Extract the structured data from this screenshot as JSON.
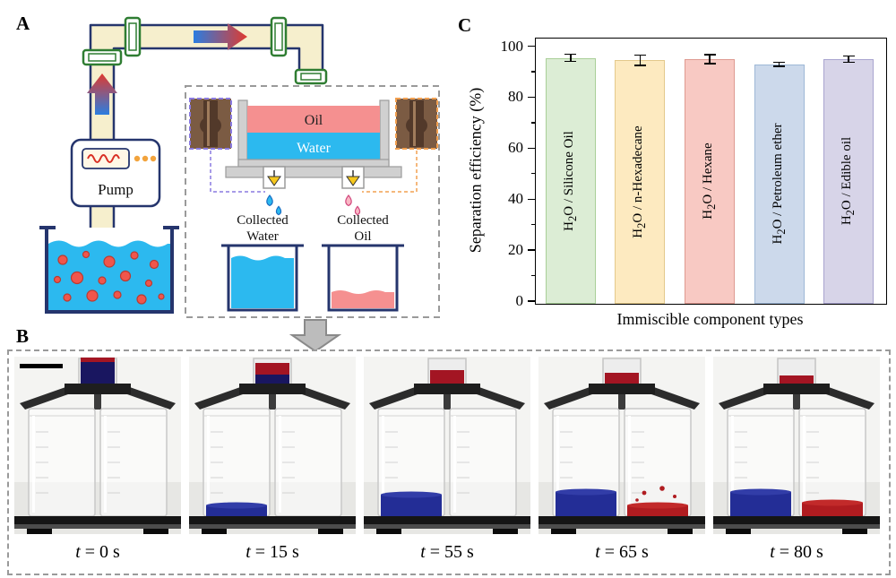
{
  "panels": {
    "a_label": "A",
    "b_label": "B",
    "c_label": "C"
  },
  "schematic": {
    "pump_label": "Pump",
    "separator": {
      "oil_label": "Oil",
      "water_label": "Water",
      "collected_water_line1": "Collected",
      "collected_water_line2": "Water",
      "collected_oil_line1": "Collected",
      "collected_oil_line2": "Oil"
    },
    "colors": {
      "pipe_fill": "#f6efcd",
      "pipe_outline": "#25356d",
      "joint_green": "#2f7d32",
      "water_blue": "#2cb9ef",
      "oil_pink": "#f59090",
      "droplet_red": "#f0564c"
    }
  },
  "timelapse": {
    "colors": {
      "water": "#232d96",
      "oil": "#b01c20"
    },
    "frames": [
      {
        "time_label": "t = 0 s",
        "top_blue": 24,
        "top_red": 5,
        "water_level": 0,
        "oil_level": 0,
        "splash": false
      },
      {
        "time_label": "t = 15 s",
        "top_blue": 10,
        "top_red": 13,
        "water_level": 12,
        "oil_level": 0,
        "splash": false
      },
      {
        "time_label": "t = 55 s",
        "top_blue": 0,
        "top_red": 15,
        "water_level": 24,
        "oil_level": 0,
        "splash": false
      },
      {
        "time_label": "t = 65 s",
        "top_blue": 0,
        "top_red": 12,
        "water_level": 27,
        "oil_level": 12,
        "splash": true
      },
      {
        "time_label": "t = 80 s",
        "top_blue": 0,
        "top_red": 9,
        "water_level": 27,
        "oil_level": 15,
        "splash": false
      }
    ]
  },
  "chart_data": {
    "type": "bar",
    "title": "",
    "xlabel": "Immiscible component types",
    "ylabel": "Separation efficiency (%)",
    "ylim": [
      0,
      103
    ],
    "yticks": [
      0,
      20,
      40,
      60,
      80,
      100
    ],
    "grid": false,
    "legend": null,
    "categories": [
      "H₂O / Silicone Oil",
      "H₂O / n-Hexadecane",
      "H₂O / Hexane",
      "H₂O / Petroleum ether",
      "H₂O / Edible oil"
    ],
    "values": [
      96.5,
      95.5,
      96.0,
      94.0,
      96.0
    ],
    "errors": [
      1.5,
      2.0,
      1.8,
      0.8,
      1.2
    ],
    "bar_fills": [
      "#dcedd5",
      "#fdeac0",
      "#f8c9c3",
      "#ccd9eb",
      "#d7d4e8"
    ],
    "bar_borders": [
      "#a9cf98",
      "#e3c98b",
      "#de9a91",
      "#9db7d6",
      "#a9a4cf"
    ]
  }
}
